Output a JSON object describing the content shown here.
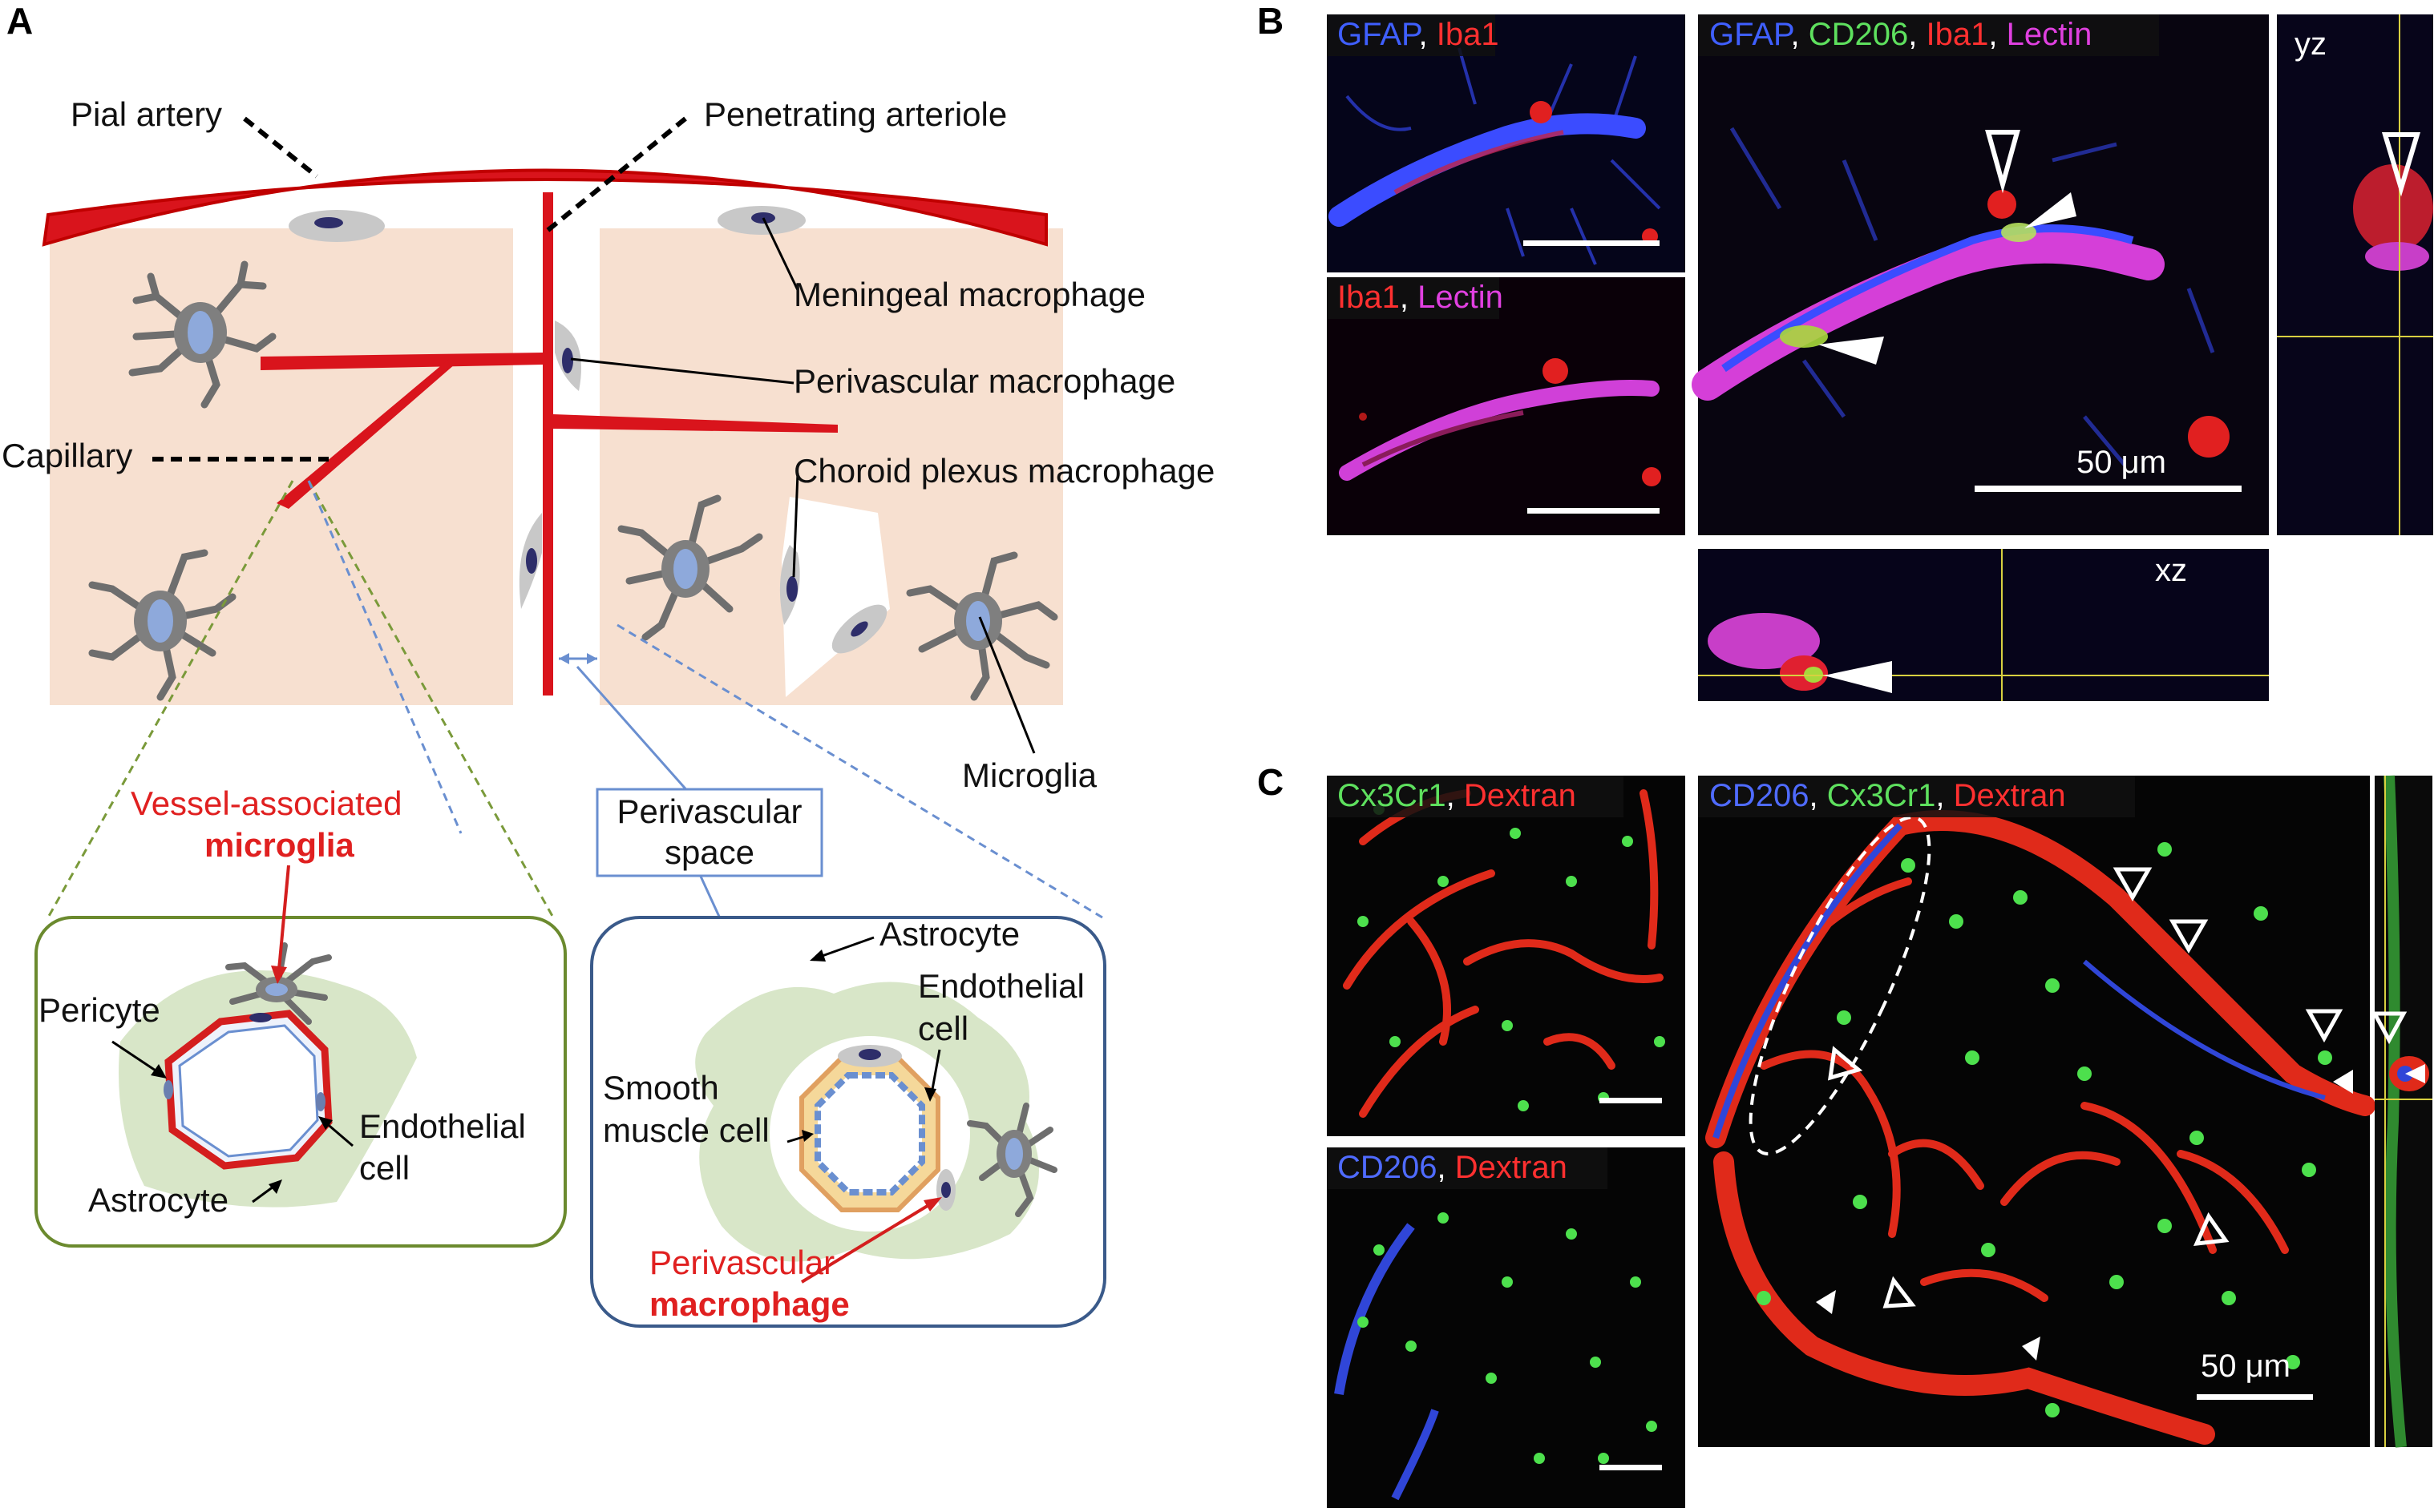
{
  "panels": {
    "a": "A",
    "b": "B",
    "c": "C"
  },
  "panel_a": {
    "pial_artery": "Pial artery",
    "penetrating_arteriole": "Penetrating arteriole",
    "meningeal_macrophage": "Meningeal macrophage",
    "perivascular_macrophage": "Perivascular macrophage",
    "capillary": "Capillary",
    "choroid_plexus_macrophage": "Choroid plexus macrophage",
    "microglia": "Microglia",
    "vessel_associated_1": "Vessel-associated",
    "vessel_associated_2": "microglia",
    "perivascular_space_1": "Perivascular",
    "perivascular_space_2": "space",
    "left_inset": {
      "pericyte": "Pericyte",
      "endothelial_1": "Endothelial",
      "endothelial_2": "cell",
      "astrocyte": "Astrocyte"
    },
    "right_inset": {
      "astrocyte": "Astrocyte",
      "endothelial_1": "Endothelial",
      "endothelial_2": "cell",
      "smooth_1": "Smooth",
      "smooth_2": "muscle cell",
      "pvm_1": "Perivascular",
      "pvm_2": "macrophage"
    }
  },
  "panel_b": {
    "top_left": [
      {
        "text": "GFAP",
        "color": "#3f5fff"
      },
      {
        "text": ", ",
        "color": "#ffffff"
      },
      {
        "text": "Iba1",
        "color": "#ff3030"
      }
    ],
    "bottom_left": [
      {
        "text": "Iba1",
        "color": "#ff3030"
      },
      {
        "text": ", ",
        "color": "#ffffff"
      },
      {
        "text": "Lectin",
        "color": "#e040e0"
      }
    ],
    "main": [
      {
        "text": "GFAP",
        "color": "#3f5fff"
      },
      {
        "text": ", ",
        "color": "#ffffff"
      },
      {
        "text": "CD206",
        "color": "#5ee05e"
      },
      {
        "text": ", ",
        "color": "#ffffff"
      },
      {
        "text": "Iba1",
        "color": "#ff3030"
      },
      {
        "text": ", ",
        "color": "#ffffff"
      },
      {
        "text": "Lectin",
        "color": "#e040e0"
      }
    ],
    "yz": "yz",
    "xz": "xz",
    "scale": "50 μm"
  },
  "panel_c": {
    "top_left": [
      {
        "text": "Cx3Cr1",
        "color": "#5ee05e"
      },
      {
        "text": ", ",
        "color": "#ffffff"
      },
      {
        "text": "Dextran",
        "color": "#ff3030"
      }
    ],
    "bottom_left": [
      {
        "text": "CD206",
        "color": "#4f6bff"
      },
      {
        "text": ", ",
        "color": "#ffffff"
      },
      {
        "text": "Dextran",
        "color": "#ff3030"
      }
    ],
    "main": [
      {
        "text": "CD206",
        "color": "#4f6bff"
      },
      {
        "text": ", ",
        "color": "#ffffff"
      },
      {
        "text": "Cx3Cr1",
        "color": "#5ee05e"
      },
      {
        "text": ", ",
        "color": "#ffffff"
      },
      {
        "text": "Dextran",
        "color": "#ff3030"
      }
    ],
    "scale": "50 μm"
  }
}
